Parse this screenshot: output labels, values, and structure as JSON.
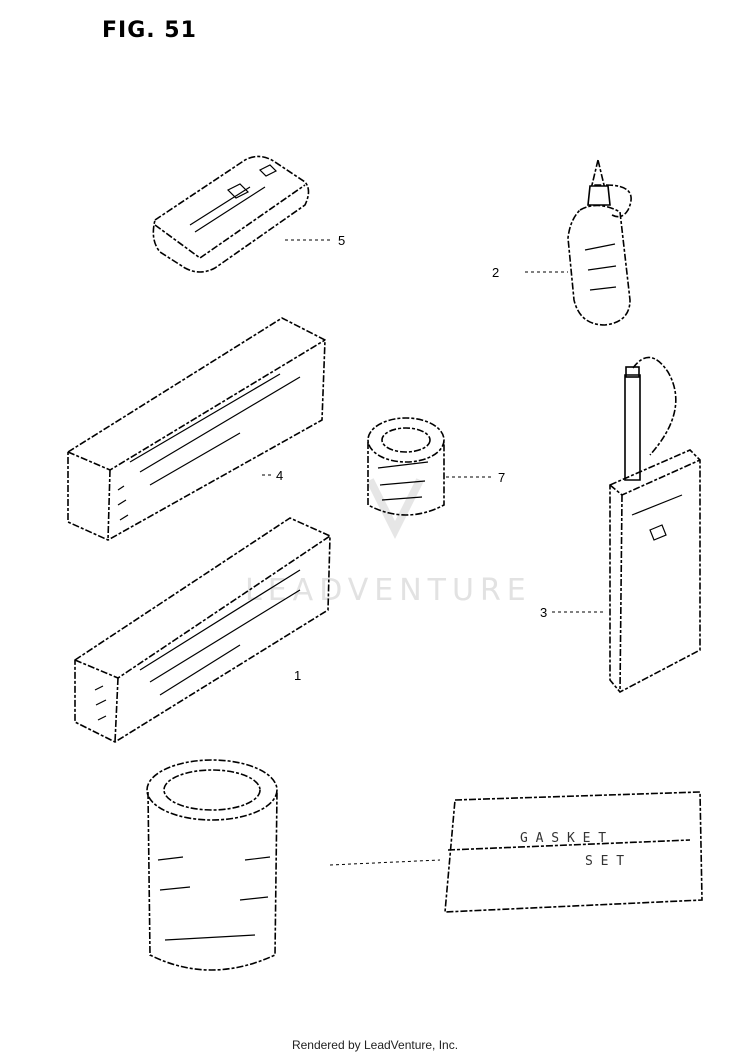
{
  "figure": {
    "title": "FIG. 51"
  },
  "watermark": {
    "text": "LEADVENTURE"
  },
  "callouts": {
    "c1": "1",
    "c2": "2",
    "c3": "3",
    "c4": "4",
    "c5": "5",
    "c7": "7"
  },
  "part_labels": {
    "gasket_line1": "G A S K E T",
    "gasket_line2": "S E T"
  },
  "footer": {
    "text": "Rendered by LeadVenture, Inc."
  },
  "colors": {
    "ink": "#000000",
    "watermark": "#e2e2e2"
  }
}
